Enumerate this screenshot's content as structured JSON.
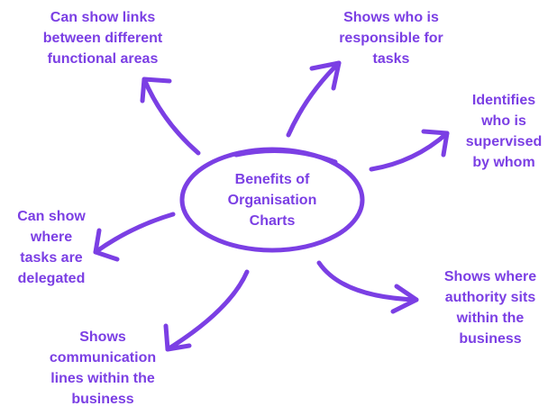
{
  "center": {
    "label": "Benefits of\nOrganisation\nCharts"
  },
  "benefits": [
    {
      "id": "links",
      "label": "Can show links\nbetween different\nfunctional areas"
    },
    {
      "id": "responsible",
      "label": "Shows who is\nresponsible for\ntasks"
    },
    {
      "id": "supervised",
      "label": "Identifies\nwho is\nsupervised\nby whom"
    },
    {
      "id": "delegated",
      "label": "Can show\nwhere\ntasks are\ndelegated"
    },
    {
      "id": "authority",
      "label": "Shows where\nauthority sits\nwithin the\nbusiness"
    },
    {
      "id": "communication",
      "label": "Shows\ncommunication\nlines within the\nbusiness"
    }
  ],
  "colors": {
    "accent": "#7b3fe4",
    "background": "#ffffff"
  }
}
